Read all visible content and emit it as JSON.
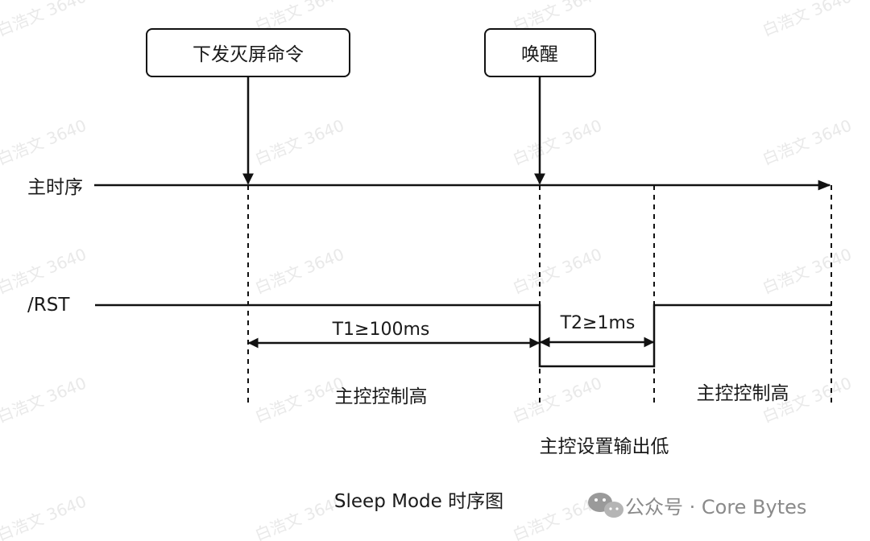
{
  "boxes": {
    "sleep_command": "下发灭屏命令",
    "wakeup": "唤醒"
  },
  "signals": {
    "main_timeline": "主时序",
    "rst": "/RST"
  },
  "timing": {
    "t1": "T1≥100ms",
    "t2": "T2≥1ms"
  },
  "annotations": {
    "host_high_left": "主控控制高",
    "host_high_right": "主控控制高",
    "host_output_low": "主控设置输出低"
  },
  "caption": "Sleep Mode 时序图",
  "watermark": {
    "text": "白浩文 3640",
    "channel": "公众号 · Core Bytes"
  },
  "colors": {
    "line": "#111111",
    "text": "#1a1a1a",
    "watermark": "#e9e9e9",
    "channel_text": "#8a8a8a"
  }
}
